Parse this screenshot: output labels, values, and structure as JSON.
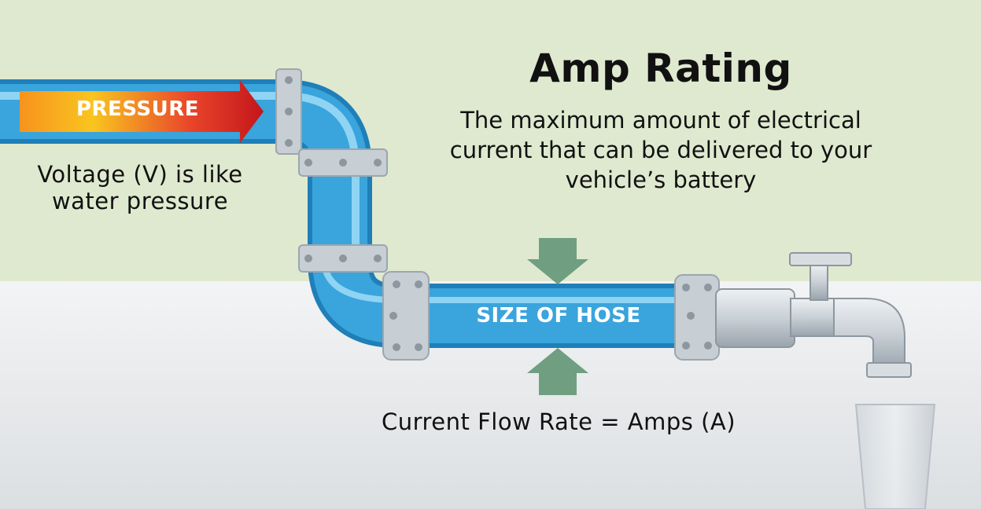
{
  "title": "Amp Rating",
  "description": "The maximum amount of electrical current that can be delivered to your vehicle’s battery",
  "voltage_caption": "Voltage (V) is like water pressure",
  "current_caption": "Current Flow Rate = Amps (A)",
  "pressure_label": "PRESSURE",
  "hose_label": "SIZE OF HOSE",
  "colors": {
    "background_top": "#dfe9cf",
    "background_bottom": "#f4f5f6",
    "pipe_blue": "#3aa4dc",
    "pipe_highlight": "#8fd4f3",
    "pipe_dark": "#1f7fb8",
    "flange_gray": "#c7ced4",
    "arrow_green": "#6f9f80",
    "pressure_gradient": [
      "#f7931e",
      "#f7c21e",
      "#e8452a",
      "#c4161c"
    ]
  }
}
